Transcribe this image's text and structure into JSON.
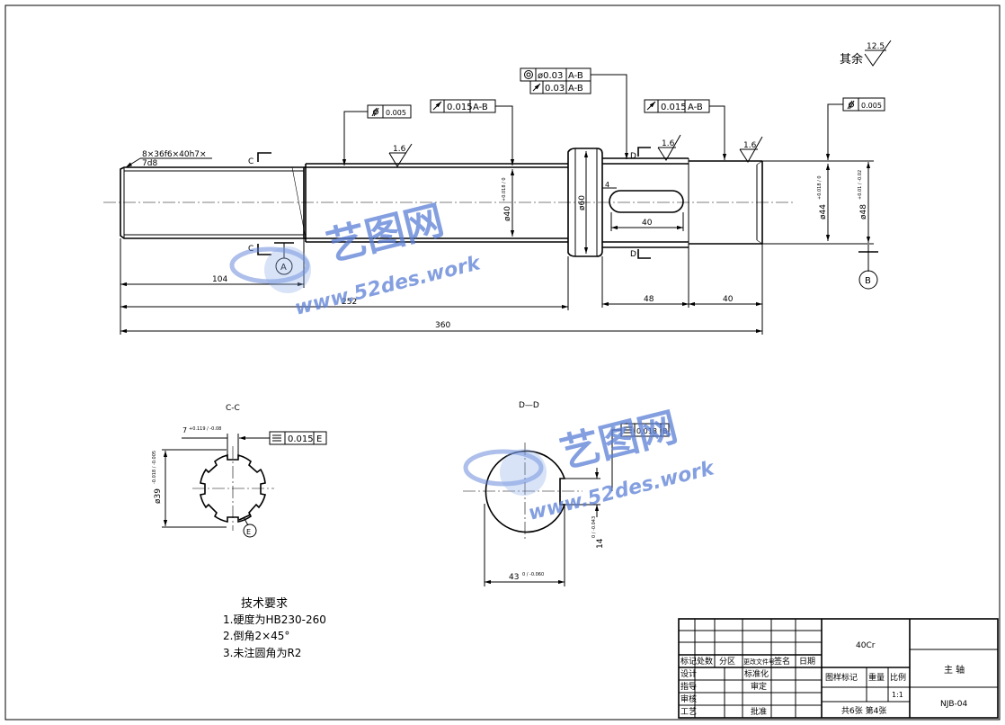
{
  "roughness": {
    "other_label": "其余",
    "other_value": "12.5",
    "r1": "1.6",
    "r2": "1.6",
    "r3": "1.6"
  },
  "fcf": {
    "top_left": "0.005",
    "runout1": "0.015",
    "runout1_ref": "A-B",
    "coax": "ø0.03",
    "coax_ref": "A-B",
    "runout2": "0.03",
    "runout2_ref": "A-B",
    "runout3": "0.015",
    "runout3_ref": "A-B",
    "top_right": "0.005",
    "sym_cc": "0.015",
    "sym_cc_ref": "E",
    "sym_dd": "0.018",
    "sym_dd_ref": "B"
  },
  "spline_note": {
    "line1": "8×36f6×40h7×",
    "line2": "7d8"
  },
  "section_letters": {
    "c_top": "C",
    "c_bottom": "C",
    "d_top": "D",
    "d_bottom": "D"
  },
  "datums": {
    "a": "A",
    "b": "B",
    "e": "E"
  },
  "dims": {
    "d104": "104",
    "d252": "252",
    "d360": "360",
    "d48": "48",
    "d40b": "40",
    "d40k": "40",
    "dia40": "ø40",
    "dia40_tol": "+0.018 / 0",
    "dia60": "ø60",
    "dia44": "ø44",
    "dia44_tol": "+0.018 / 0",
    "dia48": "ø48",
    "dia48_tol": "+0.01 / -0.02",
    "k4": "4",
    "cc_width": "7",
    "cc_width_tol": "+0.119 / -0.08",
    "cc_dia": "ø39",
    "cc_dia_tol": "-0.018 / -0.005",
    "dd_width": "14",
    "dd_width_tol": "0 / -0.043",
    "dd_dia": "43",
    "dd_dia_tol": "0 / -0.060"
  },
  "views": {
    "cc_title": "C-C",
    "dd_title": "D—D"
  },
  "tech": {
    "title": "技术要求",
    "items": [
      "1.硬度为HB230-260",
      "2.倒角2×45°",
      "3.未注圆角为R2"
    ]
  },
  "title_block": {
    "material": "40Cr",
    "part_name": "主 轴",
    "drawing_no": "NJB-04",
    "sheet_info": "共6张 第4张",
    "scale": "1:1",
    "h_mark": "标记",
    "h_count": "处数",
    "h_zone": "分区",
    "h_changeno": "更改文件号",
    "h_sign": "签名",
    "h_date": "日期",
    "r_design": "设计",
    "r_guide": "指导",
    "r_review": "审核",
    "r_process": "工艺",
    "r_standard": "标准化",
    "r_check": "审定",
    "r_approve": "批准",
    "c_pattern": "图样标记",
    "c_weight": "重量",
    "c_ratio": "比例"
  },
  "watermark": {
    "brand": "艺图网",
    "url": "www.52des.work"
  },
  "colors": {
    "line": "#000000",
    "watermark": "#5b7fd6"
  }
}
